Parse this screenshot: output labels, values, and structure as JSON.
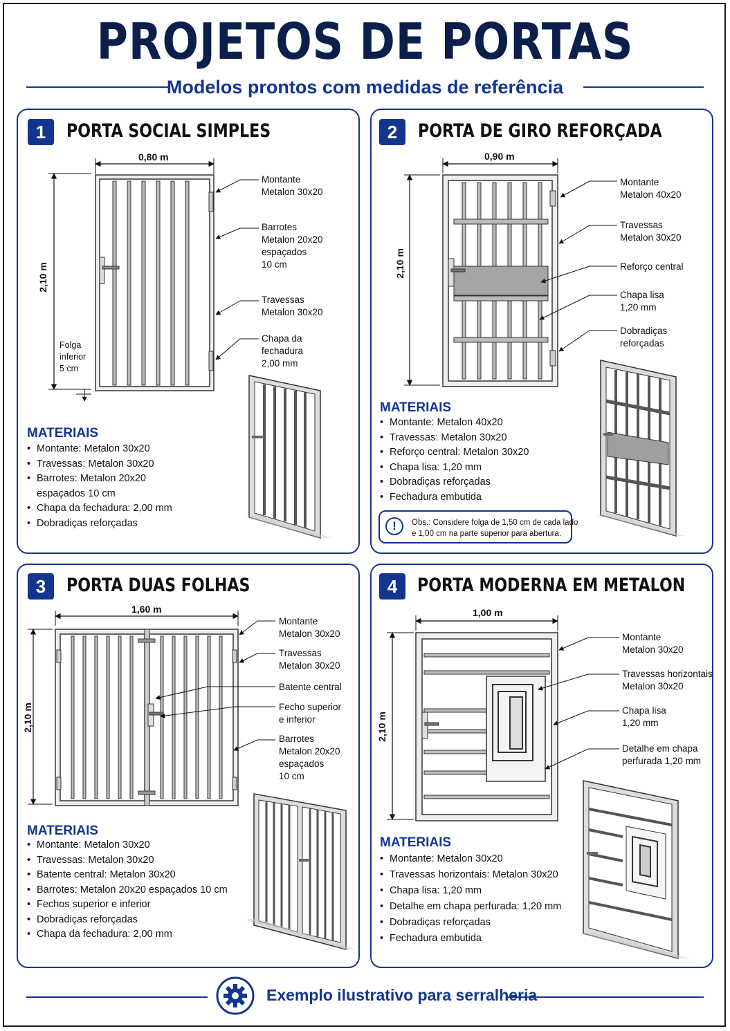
{
  "header": {
    "title": "PROJETOS DE PORTAS",
    "subtitle": "Modelos prontos com medidas de referência"
  },
  "panels": [
    {
      "number": "1",
      "title": "PORTA SOCIAL SIMPLES",
      "width_label": "0,80 m",
      "height_label": "2,10 m",
      "gap_label": "Folga\ninferior\n5 cm",
      "callouts": [
        "Montante\nMetalon 30x20",
        "Barrotes\nMetalon 20x20\nespaçados\n10 cm",
        "Travessas\nMetalon 30x20",
        "Chapa da\nfechadura\n2,00 mm"
      ],
      "materials_title": "MATERIAIS",
      "materials": [
        "Montante: Metalon 30x20",
        "Travessas: Metalon 30x20",
        "Barrotes: Metalon 20x20",
        "espaçados 10 cm",
        "Chapa da fechadura:  2,00 mm",
        "Dobradiças reforçadas"
      ]
    },
    {
      "number": "2",
      "title": "PORTA DE GIRO REFORÇADA",
      "width_label": "0,90 m",
      "height_label": "2,10 m",
      "callouts": [
        "Montante\nMetalon 40x20",
        "Travessas\nMetalon 30x20",
        "Reforço central",
        "Chapa lisa\n1,20 mm",
        "Dobradiças\nreforçadas"
      ],
      "materials_title": "MATERIAIS",
      "materials": [
        "Montante: Metalon 40x20",
        "Travessas: Metalon 30x20",
        "Reforço central: Metalon 30x20",
        "Chapa lisa: 1,20 mm",
        "Dobradiças reforçadas",
        "Fechadura embutida"
      ],
      "note_icon": "!",
      "note": "Obs.: Considere folga de 1,50 cm de cada lado\ne 1,00 cm na parte superior para abertura."
    },
    {
      "number": "3",
      "title": "PORTA DUAS FOLHAS",
      "width_label": "1,60 m",
      "height_label": "2,10 m",
      "callouts": [
        "Montante\nMetalon 30x20",
        "Travessas\nMetalon 30x20",
        "Batente central",
        "Fecho superior\ne inferior",
        "Barrotes\nMetalon 20x20\nespaçados\n10 cm"
      ],
      "materials_title": "MATERIAIS",
      "materials": [
        "Montante: Metalon 30x20",
        "Travessas: Metalon 30x20",
        "Batente central: Metalon 30x20",
        "Barrotes: Metalon 20x20 espaçados 10 cm",
        "Fechos superior e inferior",
        "Dobradiças reforçadas",
        "Chapa da fechadura: 2,00 mm"
      ]
    },
    {
      "number": "4",
      "title": "PORTA MODERNA EM METALON",
      "width_label": "1,00 m",
      "height_label": "2,10 m",
      "callouts": [
        "Montante\nMetalon 30x20",
        "Travessas horizontais\nMetalon 30x20",
        "Chapa lisa\n1,20 mm",
        "Detalhe em chapa\nperfurada 1,20 mm"
      ],
      "materials_title": "MATERIAIS",
      "materials": [
        "Montante: Metalon 30x20",
        "Travessas horizontais: Metalon 30x20",
        "Chapa lisa: 1,20 mm",
        "Detalhe em chapa perfurada: 1,20 mm",
        "Dobradiças reforçadas",
        "Fechadura embutida"
      ]
    }
  ],
  "footer": {
    "icon": "gear-icon",
    "text": "Exemplo ilustrativo para serralheria"
  },
  "colors": {
    "accent": "#12358f",
    "title": "#0c1f4a",
    "frame": "#555555",
    "plate": "#9a9a9a"
  }
}
